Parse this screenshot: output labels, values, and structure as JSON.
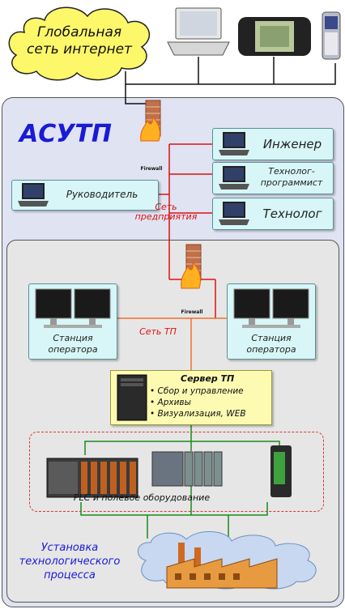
{
  "internet": {
    "label": "Глобальная сеть интернет"
  },
  "title": "АСУТП",
  "firewall_label": "Firewall",
  "enterprise_net": "Сеть предприятия",
  "tp_net": "Сеть ТП",
  "nodes": {
    "engineer": "Инженер",
    "programmer": "Технолог-программист",
    "technologist": "Технолог",
    "manager": "Руководитель",
    "station_left": "Станция оператора",
    "station_right": "Станция оператора"
  },
  "server": {
    "title": "Сервер ТП",
    "items": [
      "Сбор и управление",
      "Архивы",
      "Визуализация, WEB"
    ]
  },
  "plc_label": "PLC и полевое оборудование",
  "plant_label": "Установка технологического процесса",
  "colors": {
    "red_line": "#e01010",
    "orange_line": "#f07030",
    "green_line": "#1a8a1a",
    "internet_cloud": "#fdf76a",
    "outer_zone": "#dfe3f2",
    "inner_zone": "#e4e4e4"
  }
}
